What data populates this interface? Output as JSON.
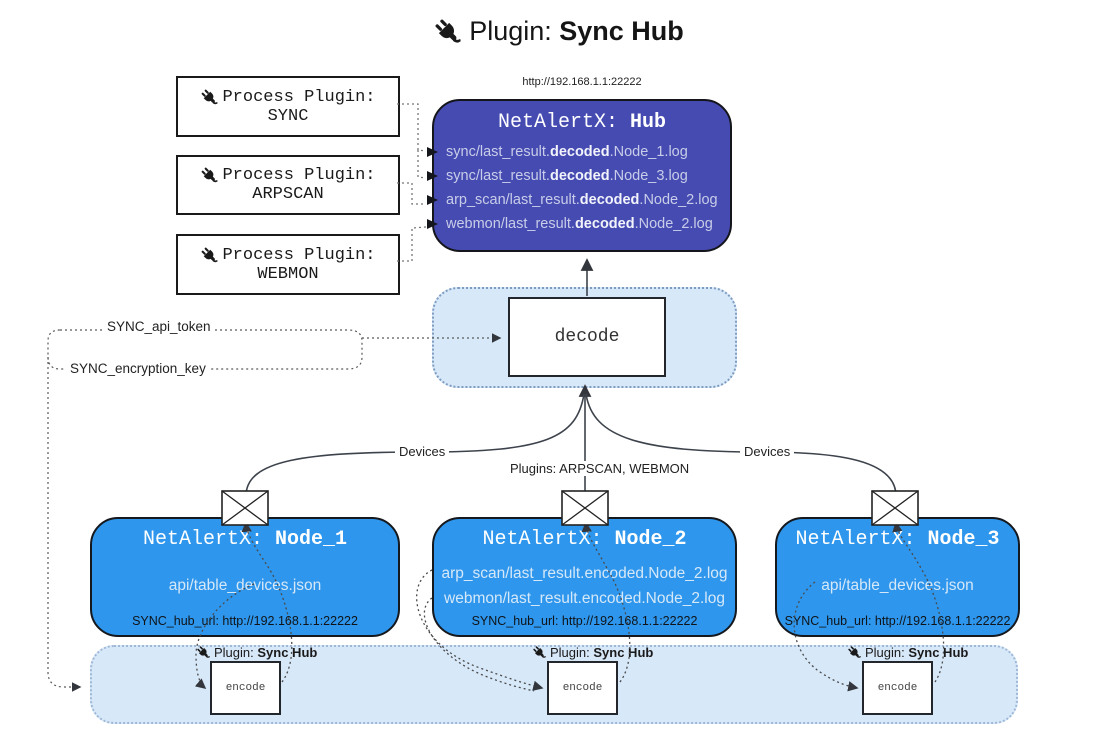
{
  "title": {
    "pre": "Plugin: ",
    "bold": "Sync Hub"
  },
  "process_plugins": [
    {
      "line1": "Process Plugin:",
      "name": "SYNC"
    },
    {
      "line1": "Process Plugin:",
      "name": "ARPSCAN"
    },
    {
      "line1": "Process Plugin:",
      "name": "WEBMON"
    }
  ],
  "hub": {
    "url_above": "http://192.168.1.1:22222",
    "header_pre": "NetAlertX: ",
    "header_bold": "Hub",
    "lines": [
      {
        "pre": "sync/last_result.",
        "bold": "decoded",
        "post": ".Node_1.log"
      },
      {
        "pre": "sync/last_result.",
        "bold": "decoded",
        "post": ".Node_3.log"
      },
      {
        "pre": "arp_scan/last_result.",
        "bold": "decoded",
        "post": ".Node_2.log"
      },
      {
        "pre": "webmon/last_result.",
        "bold": "decoded",
        "post": ".Node_2.log"
      }
    ]
  },
  "decode": {
    "label": "decode"
  },
  "secrets": {
    "api_token": "SYNC_api_token",
    "encryption_key": "SYNC_encryption_key"
  },
  "edge_labels": {
    "devices_left": "Devices",
    "devices_right": "Devices",
    "plugins_mid": "Plugins: ARPSCAN, WEBMON"
  },
  "nodes": [
    {
      "header_pre": "NetAlertX: ",
      "header_bold": "Node_1",
      "lines": [
        "api/table_devices.json"
      ],
      "hub_url": "SYNC_hub_url: http://192.168.1.1:22222"
    },
    {
      "header_pre": "NetAlertX: ",
      "header_bold": "Node_2",
      "lines": [
        "arp_scan/last_result.encoded.Node_2.log",
        "webmon/last_result.encoded.Node_2.log"
      ],
      "hub_url": "SYNC_hub_url: http://192.168.1.1:22222"
    },
    {
      "header_pre": "NetAlertX: ",
      "header_bold": "Node_3",
      "lines": [
        "api/table_devices.json"
      ],
      "hub_url": "SYNC_hub_url: http://192.168.1.1:22222"
    }
  ],
  "encoders": {
    "label_pre": "Plugin: ",
    "label_bold": "Sync Hub",
    "box_label": "encode"
  },
  "colors": {
    "hub_bg": "#454BB1",
    "node_bg": "#2E96EC",
    "band_bg": "#D7E8F9",
    "hub_line_text": "#C9CDE9",
    "node_line_text": "#D5E8F8",
    "line_stroke": "#3D434C",
    "dotted_stroke": "#6E6E6E"
  }
}
